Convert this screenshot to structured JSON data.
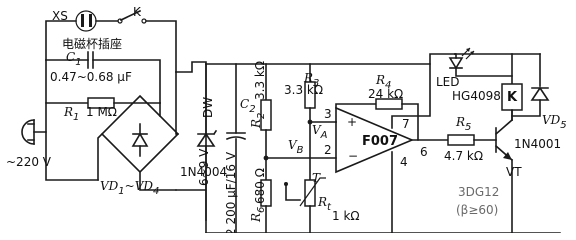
{
  "labels": {
    "socket": "XS",
    "switch": "K",
    "socket_name": "电磁杯插座",
    "cap1": "C",
    "cap1_sub": "1",
    "cap1_value": "0.47~0.68 μF",
    "res1": "R",
    "res1_sub": "1",
    "res1_value": "1 MΩ",
    "mains": "~220 V",
    "bridge": "VD",
    "bridge_sub1": "1",
    "bridge_mid": "~VD",
    "bridge_sub2": "4",
    "bridge_diode": "1N4004",
    "zener": "DW",
    "zener_value": "6~9 V",
    "cap2": "C",
    "cap2_sub": "2",
    "cap2_value": "2 200 μF/16 V",
    "res2": "R",
    "res2_sub": "2",
    "res2_value": "3.3 kΩ",
    "res3": "R",
    "res3_sub": "3",
    "res3_value": "3.3 kΩ",
    "res4": "R",
    "res4_sub": "4",
    "res4_value": "24 kΩ",
    "res5": "R",
    "res5_sub": "5",
    "res5_value": "4.7 kΩ",
    "res6": "R",
    "res6_sub": "6",
    "res6_value": "680 Ω",
    "thermistor": "R",
    "thermistor_sub": "t",
    "thermistor_value": "1 kΩ",
    "temp": "T",
    "va": "V",
    "va_sub": "A",
    "vb": "V",
    "vb_sub": "B",
    "opamp": "F007",
    "pin3": "3",
    "pin2": "2",
    "pin7": "7",
    "pin6": "6",
    "pin4": "4",
    "plus": "+",
    "minus": "−",
    "led": "LED",
    "relay_model": "HG4098",
    "relay": "K",
    "vd5": "VD",
    "vd5_sub": "5",
    "vd5_model": "1N4001",
    "transistor": "VT",
    "transistor_model": "3DG12",
    "beta": "(β≥60)"
  }
}
